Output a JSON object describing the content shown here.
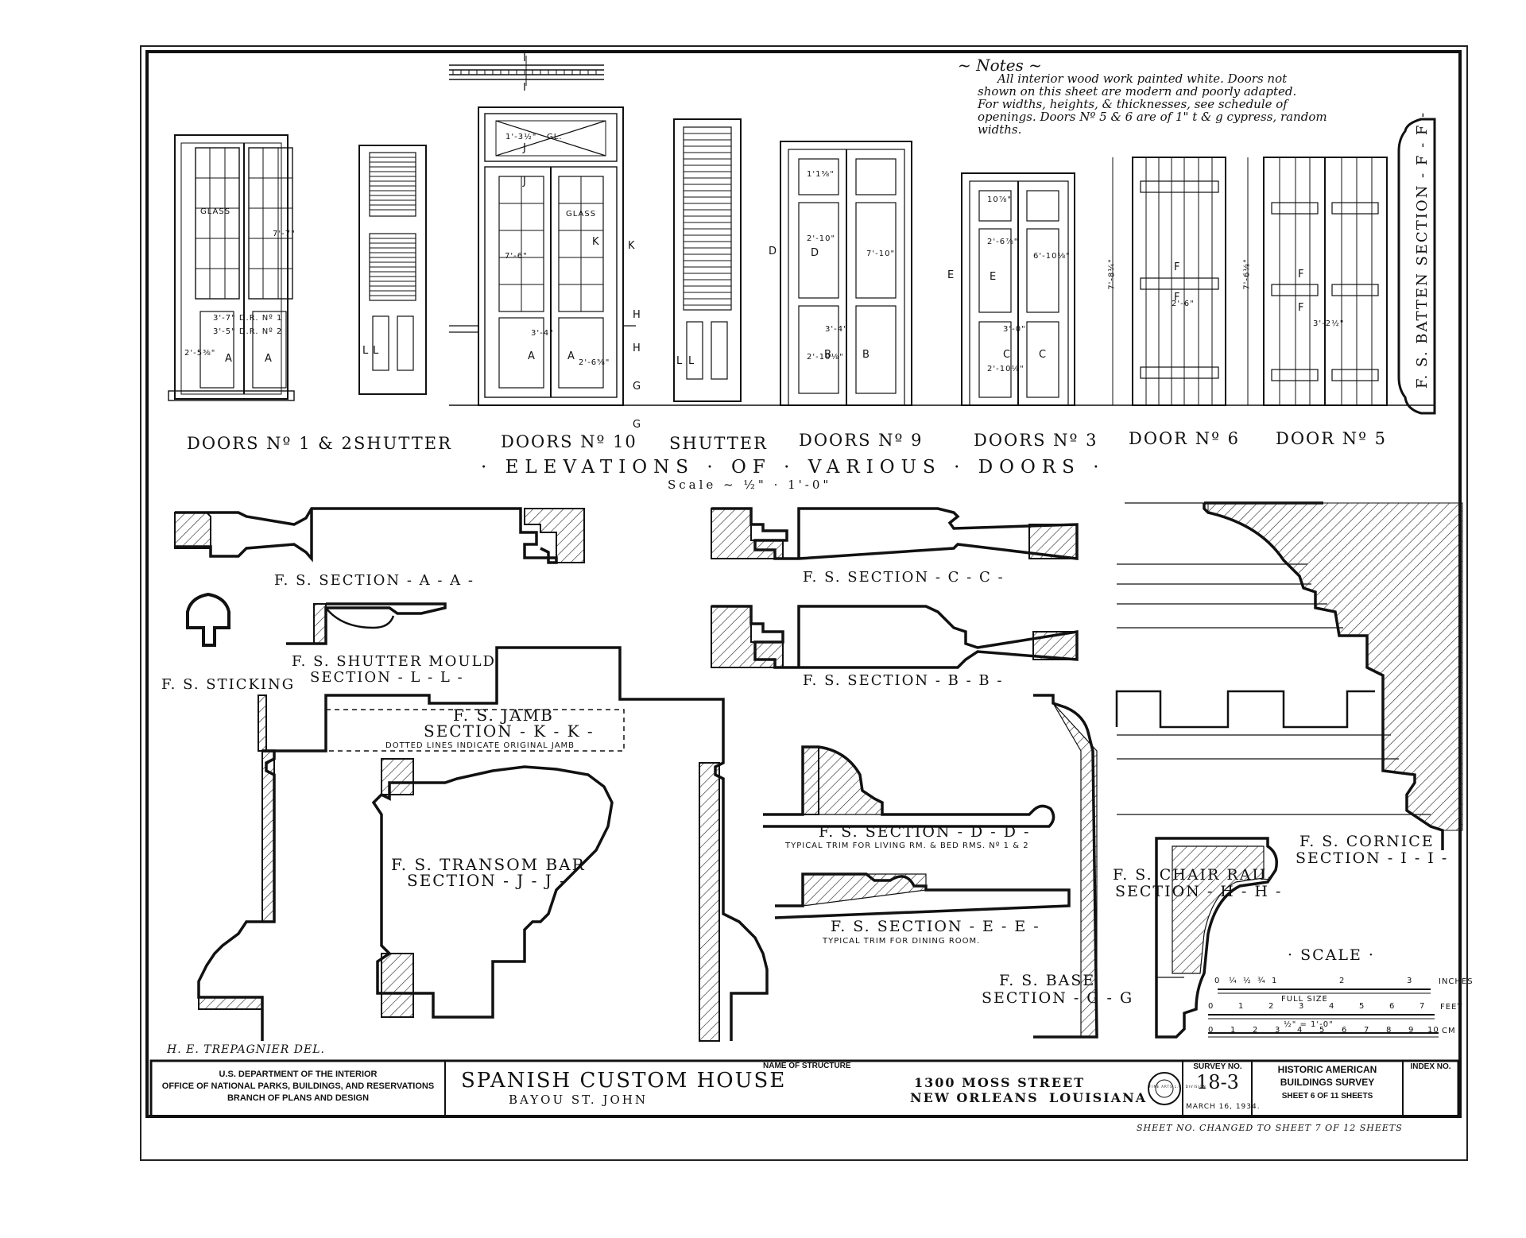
{
  "notes": {
    "heading": "~ Notes ~",
    "lines": [
      "All interior wood work painted white. Doors not",
      "shown on this sheet are modern and poorly adapted.",
      "For widths, heights, & thicknesses, see schedule of",
      "openings. Doors Nº 5 & 6 are of 1\" t & g cypress, random",
      "widths."
    ]
  },
  "elevations": {
    "title": "· ELEVATIONS · OF · VARIOUS · DOORS ·",
    "scale": "Scale ~ ½\" · 1'-0\"",
    "labels": [
      "DOORS Nº 1 & 2",
      "SHUTTER",
      "DOORS Nº 10",
      "SHUTTER",
      "DOORS Nº 9",
      "DOORS Nº 3",
      "DOOR Nº 6",
      "DOOR Nº 5"
    ],
    "door12": {
      "dims": [
        "3'-7\"  D.R. Nº 1",
        "3'-5\"  D.R. Nº 2",
        "7'-7\"",
        "2'-5⅜\""
      ],
      "glass": "GLASS"
    },
    "door10": {
      "glass_top": "GL.",
      "glass": "GLASS",
      "dims": [
        "3'-4\"",
        "7'-6\"",
        "2'-6⅝\"",
        "1'-3½\""
      ]
    },
    "door9": {
      "dims": [
        "3'-4\"",
        "2'-10\"",
        "7'-10\"",
        "2'-10⅛\"",
        "1'1⅝\""
      ]
    },
    "door3": {
      "dims": [
        "3'-0\"",
        "2'-6⅞\"",
        "6'-10⅛\"",
        "2'-10⅛\"",
        "10⅞\""
      ]
    },
    "door6": {
      "dims": [
        "7'-8¼\"",
        "2'-6\""
      ]
    },
    "door5": {
      "dims": [
        "7'-6⅛\"",
        "3'-2½\""
      ]
    },
    "section_letters": [
      "A",
      "A",
      "L",
      "L",
      "A",
      "A",
      "J",
      "J",
      "K",
      "K",
      "H",
      "H",
      "G",
      "G",
      "L",
      "L",
      "D",
      "D",
      "B",
      "B",
      "E",
      "E",
      "C",
      "C",
      "F",
      "F",
      "F",
      "F",
      "I",
      "I"
    ]
  },
  "sections": {
    "ff": "F. S. BATTEN SECTION - F - F -",
    "aa": "F. S. SECTION - A - A -",
    "cc": "F. S. SECTION - C - C -",
    "bb": "F. S. SECTION - B - B -",
    "sticking": "F. S. STICKING",
    "shutter_mould": [
      "F. S. SHUTTER MOULD",
      "SECTION - L - L -"
    ],
    "jamb": [
      "F. S. JAMB",
      "SECTION - K - K -"
    ],
    "jamb_note": "DOTTED LINES INDICATE ORIGINAL JAMB",
    "transom": [
      "F. S. TRANSOM BAR",
      "SECTION - J - J -"
    ],
    "dd": "F. S. SECTION - D - D -",
    "dd_note": "TYPICAL TRIM FOR LIVING RM. & BED RMS. Nº 1 & 2",
    "ee": "F. S. SECTION - E - E -",
    "ee_note": "TYPICAL TRIM FOR DINING ROOM.",
    "base": [
      "F. S. BASE",
      "SECTION - G - G"
    ],
    "chair": [
      "F. S. CHAIR RAIL",
      "SECTION - H - H -"
    ],
    "cornice": [
      "F. S. CORNICE",
      "SECTION - I - I -"
    ]
  },
  "scale_bar": {
    "title": "· SCALE ·",
    "inches_ticks": [
      "0",
      "¼",
      "½",
      "¾",
      "1",
      "2",
      "3"
    ],
    "inches_unit": "INCHES",
    "full_size": "FULL SIZE",
    "feet_ticks": [
      "0",
      "1",
      "2",
      "3",
      "4",
      "5",
      "6",
      "7"
    ],
    "feet_unit": "FEET",
    "half_inch": "½\" = 1'-0\"",
    "cm_ticks": [
      "0",
      "1",
      "2",
      "3",
      "4",
      "5",
      "6",
      "7",
      "8",
      "9",
      "10"
    ],
    "cm_unit": "CM"
  },
  "delineator": "H. E. TREPAGNIER DEL.",
  "title_block": {
    "agency": [
      "U.S. DEPARTMENT OF THE INTERIOR",
      "OFFICE OF NATIONAL PARKS, BUILDINGS, AND RESERVATIONS",
      "BRANCH OF PLANS AND DESIGN"
    ],
    "name_label": "NAME OF STRUCTURE",
    "structure": "SPANISH CUSTOM HOUSE",
    "sub": "BAYOU ST. JOHN",
    "address": "1300 MOSS STREET",
    "city": "NEW ORLEANS",
    "state": "LOUISIANA",
    "stamp": "FINE ARTS L.C. DIVISION",
    "survey_label": "SURVEY NO.",
    "survey_no": "18-3",
    "date": "MARCH 16, 1934.",
    "habs": [
      "HISTORIC AMERICAN",
      "BUILDINGS SURVEY"
    ],
    "sheet": "SHEET 6 OF 11 SHEETS",
    "index_label": "INDEX NO."
  },
  "handnote": "SHEET NO. CHANGED TO SHEET 7 OF 12 SHEETS"
}
